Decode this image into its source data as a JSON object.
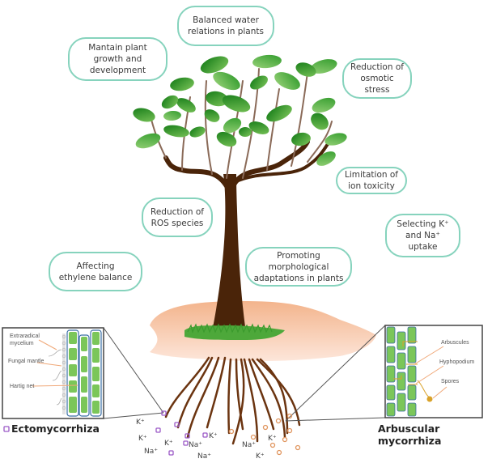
{
  "benefits": [
    {
      "id": "water",
      "text": "Balanced water\nrelations in plants"
    },
    {
      "id": "growth",
      "text": "Mantain plant\ngrowth and\ndevelopment"
    },
    {
      "id": "osmotic",
      "text": "Reduction of\nosmotic\nstress"
    },
    {
      "id": "ion-toxicity",
      "text": "Limitation of\nion toxicity"
    },
    {
      "id": "ros",
      "text": "Reduction of\nROS species"
    },
    {
      "id": "selecting",
      "text": "Selecting K⁺\nand Na⁺\nuptake"
    },
    {
      "id": "ethylene",
      "text": "Affecting\nethylene balance"
    },
    {
      "id": "morphological",
      "text": "Promoting\nmorphological\nadaptations in plants"
    }
  ],
  "ecto_inset": {
    "labels": [
      "Extraradical",
      "mycelium",
      "Fungal mantle",
      "Hartig net"
    ],
    "caption": "Ectomycorrhiza"
  },
  "am_inset": {
    "labels": [
      "Arbuscules",
      "Hyphopodium",
      "Spores"
    ],
    "caption": "Arbuscular mycorrhiza"
  },
  "ions": {
    "k": "K⁺",
    "na": "Na⁺"
  },
  "colors": {
    "bubble_border": "#86d3bd",
    "trunk": "#4a2409",
    "soil": "#f6c3a4",
    "leaf_dark": "#1e8a22",
    "leaf_light": "#6fbe4a",
    "ecto_marker": "#9b59c7",
    "am_marker": "#e0955e"
  }
}
